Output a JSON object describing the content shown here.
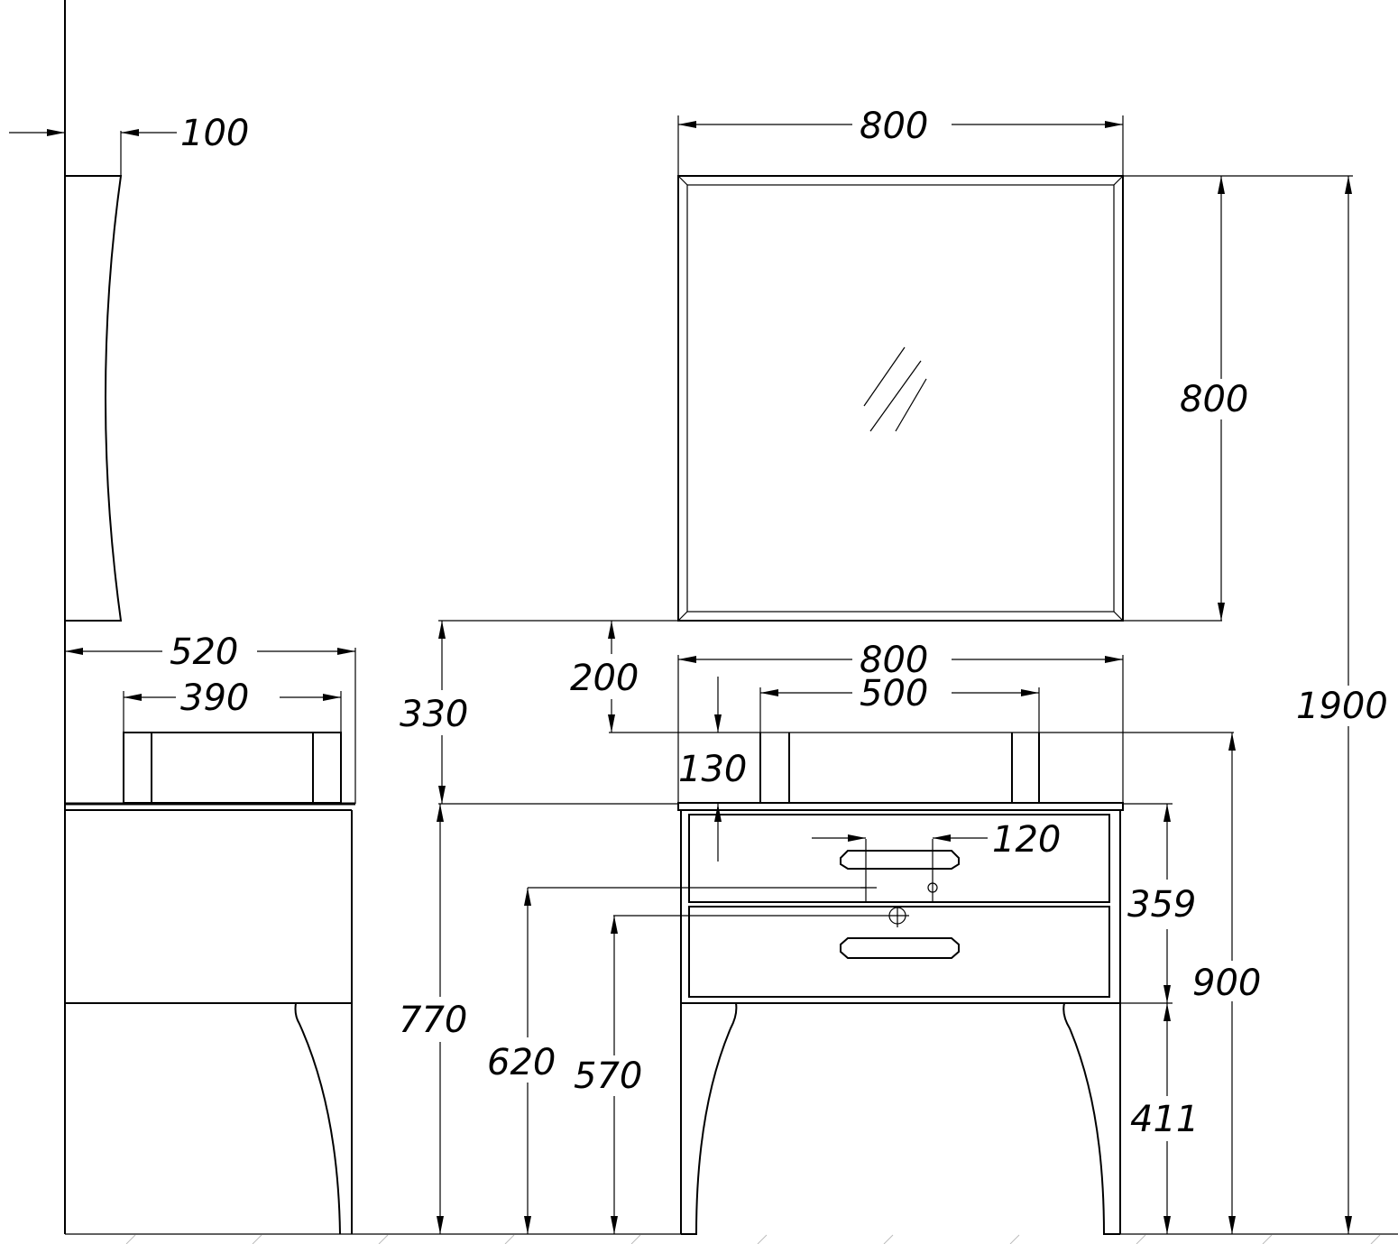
{
  "drawing": {
    "colors": {
      "line": "#000000",
      "background": "#ffffff",
      "hatch": "#bbbbbb"
    },
    "dimensions": {
      "mirror_depth": "100",
      "mirror_width": "800",
      "mirror_height": "800",
      "total_height": "1900",
      "side_depth": "520",
      "basin_depth": "390",
      "gap_mirror_to_top": "330",
      "gap_mirror_to_basin": "200",
      "cabinet_width": "800",
      "basin_width": "500",
      "basin_height": "130",
      "handle_spacing": "120",
      "drawer_height": "359",
      "basin_rim_height": "900",
      "top_height": "770",
      "handle_height_upper": "620",
      "drain_height": "570",
      "leg_height": "411"
    }
  }
}
